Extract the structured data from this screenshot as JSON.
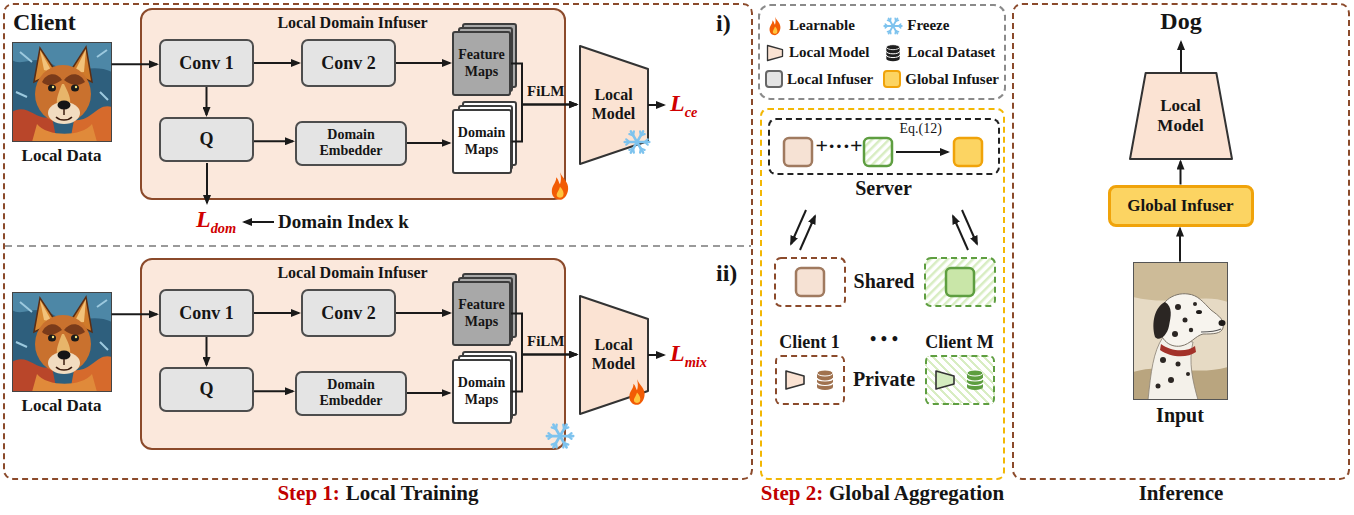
{
  "diagram": {
    "nodes": [
      {
        "text": [
          "Client",
          "Step 1:",
          "Local Training"
        ]
      },
      {
        "text": [
          "Local Data"
        ],
        "in": 0
      },
      {
        "text": [
          "Local Domain Infuser"
        ],
        "in": 0
      },
      {
        "text": [
          "Conv 1"
        ],
        "in": 2
      },
      {
        "text": [
          "Conv 2"
        ],
        "in": 2
      },
      {
        "text": [
          "Feature Maps"
        ],
        "in": 2
      },
      {
        "text": [
          "Q"
        ],
        "in": 2
      },
      {
        "text": [
          "Domain Embedder"
        ],
        "in": 2
      },
      {
        "text": [
          "Domain Maps"
        ],
        "in": 2
      },
      {
        "text": [
          "Local Model"
        ],
        "in": 0
      },
      {
        "text": [
          "Local Data"
        ],
        "in": 0
      },
      {
        "text": [
          "Local Domain Infuser"
        ],
        "in": 0
      },
      {
        "text": [
          "Conv 1"
        ],
        "in": 11
      },
      {
        "text": [
          "Conv 2"
        ],
        "in": 11
      },
      {
        "text": [
          "Feature Maps"
        ],
        "in": 11
      },
      {
        "text": [
          "Q"
        ],
        "in": 11
      },
      {
        "text": [
          "Domain Embedder"
        ],
        "in": 11
      },
      {
        "text": [
          "Domain Maps"
        ],
        "in": 11
      },
      {
        "text": [
          "Local Model"
        ],
        "in": 0
      },
      {
        "text": [
          "Step 2:",
          "Global Aggregation"
        ]
      },
      {
        "text": [
          "+···+",
          "Eq.(12)",
          "Server"
        ],
        "in": 19
      },
      {
        "text": [
          "Client 1"
        ],
        "in": 19
      },
      {
        "text": [
          "Client M"
        ],
        "in": 19
      },
      {
        "text": [
          "Inference"
        ]
      },
      {
        "text": [
          "Local Model"
        ],
        "in": 23
      },
      {
        "text": [
          "Global Infuser"
        ],
        "in": 23
      },
      {
        "text": [
          "Input"
        ],
        "in": 23
      }
    ],
    "edges": [
      {
        "from": 1,
        "to": 3,
        "arrow": "to"
      },
      {
        "from": 3,
        "to": 4,
        "arrow": "to"
      },
      {
        "from": 4,
        "to": 5,
        "arrow": "to"
      },
      {
        "from": 3,
        "to": 6,
        "arrow": "to"
      },
      {
        "from": 6,
        "to": 7,
        "arrow": "to"
      },
      {
        "from": 7,
        "to": 8,
        "arrow": "to"
      },
      {
        "from": 5,
        "to": 9,
        "label": "FiLM",
        "arrow": "to"
      },
      {
        "from": 8,
        "to": 9,
        "arrow": "to"
      },
      {
        "from": 10,
        "to": 12,
        "arrow": "to"
      },
      {
        "from": 12,
        "to": 13,
        "arrow": "to"
      },
      {
        "from": 13,
        "to": 14,
        "arrow": "to"
      },
      {
        "from": 12,
        "to": 15,
        "arrow": "to"
      },
      {
        "from": 15,
        "to": 16,
        "arrow": "to"
      },
      {
        "from": 16,
        "to": 17,
        "arrow": "to"
      },
      {
        "from": 14,
        "to": 18,
        "label": "FiLM",
        "arrow": "to"
      },
      {
        "from": 17,
        "to": 18,
        "arrow": "to"
      },
      {
        "from": 26,
        "to": 25,
        "arrow": "to"
      },
      {
        "from": 25,
        "to": 24,
        "arrow": "to"
      }
    ],
    "labels": [
      "i)",
      "Lce",
      "Ldom",
      "Domain Index k",
      "ii)",
      "Lmix",
      "Shared",
      "• • •",
      "Private",
      "Dog"
    ],
    "legend": [
      {
        "text": "Learnable"
      },
      {
        "text": "Freeze"
      },
      {
        "text": "Local Model"
      },
      {
        "text": "Local Dataset"
      },
      {
        "text": "Local Infuser",
        "color": "#e4e4e4"
      },
      {
        "text": "Global Infuser",
        "color": "#fcd462"
      }
    ]
  }
}
